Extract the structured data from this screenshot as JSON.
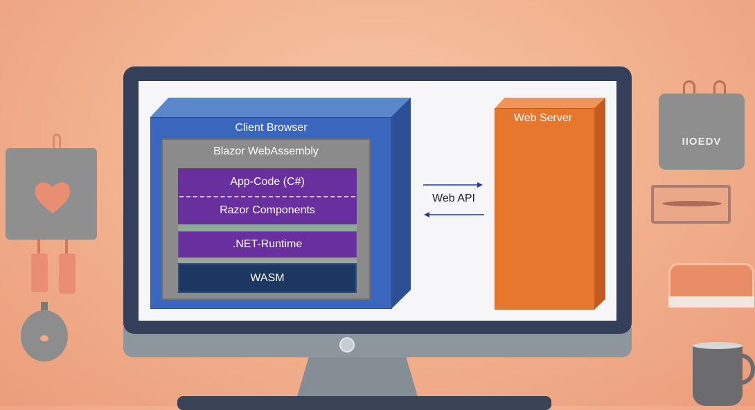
{
  "diagram": {
    "client": {
      "title": "Client Browser",
      "blazor": {
        "title": "Blazor WebAssembly",
        "layers": {
          "app_code": "App-Code (C#)",
          "razor": "Razor Components",
          "runtime": ".NET-Runtime",
          "wasm": "WASM"
        }
      }
    },
    "connection": {
      "label": "Web API"
    },
    "server": {
      "title": "Web Server"
    }
  },
  "decorations": {
    "bag_label": "IIOEDV"
  },
  "colors": {
    "background": "#f1b08d",
    "browser_blue": "#3a66be",
    "layer_purple": "#6a2f9e",
    "wasm_navy": "#1d3763",
    "server_orange": "#e8772e",
    "arrow_blue": "#1f3aa8"
  }
}
